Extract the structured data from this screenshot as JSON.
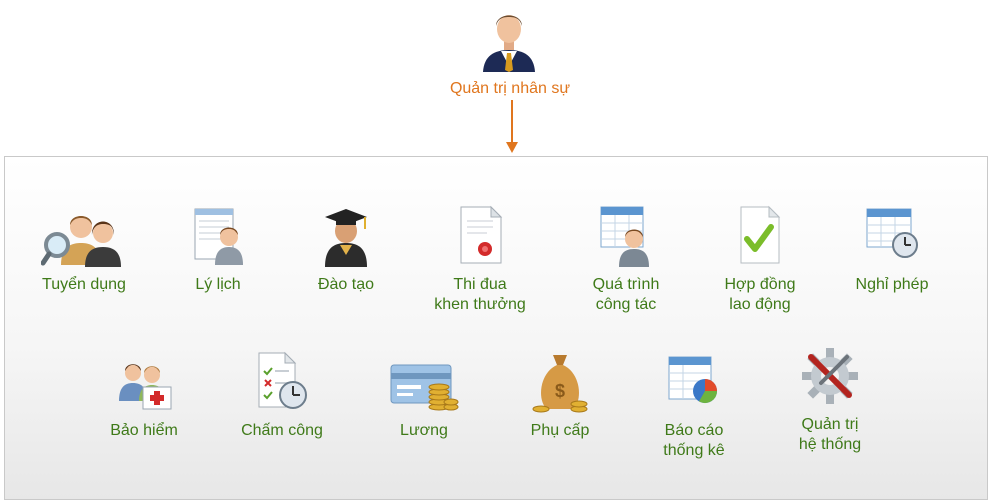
{
  "root": {
    "label": "Quản trị nhân sự",
    "icon": "businessman-avatar-icon"
  },
  "colors": {
    "root_label": "#e0761e",
    "arrow": "#e0761e",
    "module_label": "#3f7a19",
    "panel_border": "#c9c9c9"
  },
  "modules_row1": [
    {
      "label": "Tuyển dụng",
      "icon": "recruitment-search-people-icon"
    },
    {
      "label": "Lý lịch",
      "icon": "resume-person-icon"
    },
    {
      "label": "Đào tạo",
      "icon": "graduate-icon"
    },
    {
      "label": "Thi đua\nkhen thưởng",
      "icon": "certificate-seal-icon"
    },
    {
      "label": "Quá trình\ncông tác",
      "icon": "work-history-person-icon"
    },
    {
      "label": "Hợp đồng\nlao động",
      "icon": "contract-check-icon"
    },
    {
      "label": "Nghỉ phép",
      "icon": "calendar-clock-icon"
    }
  ],
  "modules_row2": [
    {
      "label": "Bảo hiểm",
      "icon": "insurance-people-icon"
    },
    {
      "label": "Chấm công",
      "icon": "timesheet-clock-icon"
    },
    {
      "label": "Lương",
      "icon": "salary-card-coins-icon"
    },
    {
      "label": "Phụ cấp",
      "icon": "money-bag-icon"
    },
    {
      "label": "Báo cáo\nthống kê",
      "icon": "report-pie-chart-icon"
    },
    {
      "label": "Quản trị\nhệ thống",
      "icon": "system-settings-gear-icon"
    }
  ]
}
